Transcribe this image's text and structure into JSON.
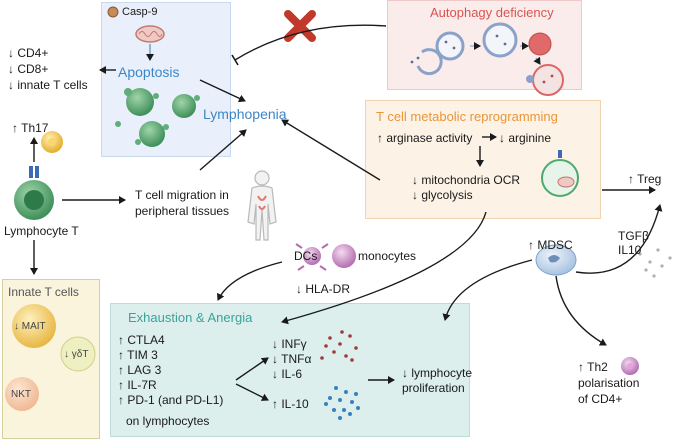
{
  "apoptosis": {
    "enzyme_label": "Casp-9",
    "title": "Apoptosis"
  },
  "reductions": {
    "line1": "↓ CD4+",
    "line2": "↓ CD8+",
    "line3": "↓ innate T cells"
  },
  "th17": "↑ Th17",
  "lymphocyte_t": "Lymphocyte T",
  "innate": {
    "title": "Innate T cells",
    "mait": "↓ MAIT",
    "gdt": "↓ γδT",
    "nkt": "NKT"
  },
  "lymphopenia": "Lymphopenia",
  "autophagy": "Autophagy deficiency",
  "migration": {
    "line1": "T cell migration in",
    "line2": "peripheral tissues"
  },
  "metabolic": {
    "title": "T cell metabolic reprogramming",
    "arginase": "↑ arginase activity",
    "arginine": "↓ arginine",
    "ocr": "↓ mitochondria OCR",
    "glycolysis": "↓ glycolysis"
  },
  "treg": "↑ Treg",
  "mdsc": "↑ MDSC",
  "tgfb": "TGFβ",
  "il10_top": "IL10",
  "dcs": "DCs",
  "monocytes": "monocytes",
  "hladr": "↓ HLA-DR",
  "exhaustion": {
    "title": "Exhaustion & Anergia",
    "items": [
      "↑ CTLA4",
      "↑ TIM 3",
      "↑ LAG 3",
      "↑ IL-7R",
      "↑ PD-1 (and PD-L1)"
    ],
    "on_lymph": "on lymphocytes",
    "cytokines": [
      "↓ INFγ",
      "↓ TNFα",
      "↓ IL-6"
    ],
    "il10": "↑ IL-10",
    "prolif1": "↓ lymphocyte",
    "prolif2": "proliferation"
  },
  "th2": {
    "line1": "↑ Th2",
    "line2": "polarisation",
    "line3": "of CD4+"
  },
  "colors": {
    "apoptosis_bg": "#e9f0fb",
    "autophagy_bg": "#fbecec",
    "autophagy_title": "#d9534f",
    "metabolic_bg": "#fdf2e6",
    "metabolic_title": "#e8963a",
    "exhaustion_bg": "#dcefec",
    "exhaustion_title": "#3aa39a",
    "innate_bg": "#faf4dd",
    "blue_text": "#3d86c6",
    "cell_green": "#4fa96e",
    "th17_yellow": "#f5c542",
    "cross_red": "#c0392b"
  }
}
